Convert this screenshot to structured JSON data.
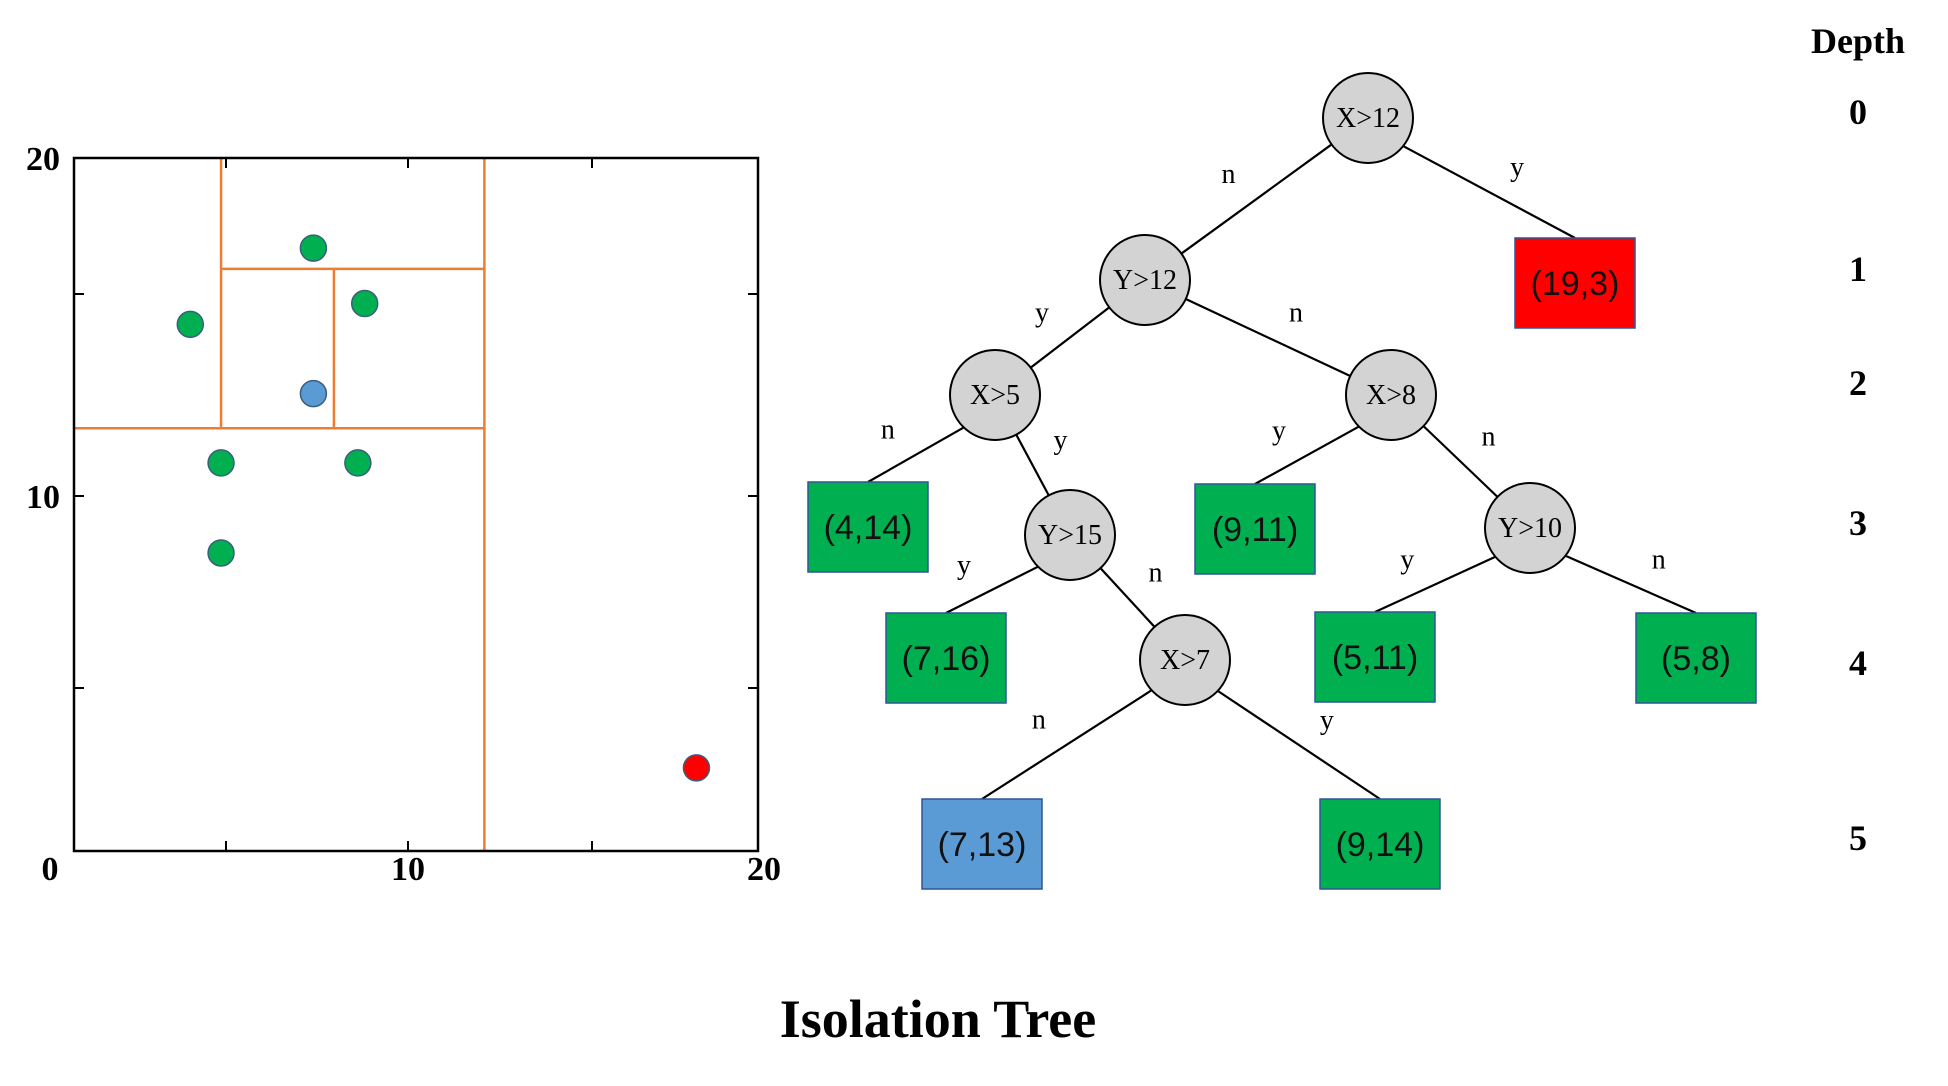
{
  "title": "Isolation Tree",
  "colors": {
    "normal_point": "#00b050",
    "query_point": "#5b9bd5",
    "anomaly_point": "#ff0000",
    "split_line": "#ed7d31",
    "internal_node": "#d3d3d3"
  },
  "scatter": {
    "x_ticks": [
      "0",
      "10",
      "20"
    ],
    "y_ticks": [
      "0",
      "10",
      "20"
    ],
    "xlim": [
      0,
      20
    ],
    "ylim": [
      0,
      20
    ],
    "points": [
      {
        "x": 7,
        "y": 17.4,
        "kind": "normal"
      },
      {
        "x": 3.4,
        "y": 15.2,
        "kind": "normal"
      },
      {
        "x": 8.5,
        "y": 15.8,
        "kind": "normal"
      },
      {
        "x": 7,
        "y": 13.2,
        "kind": "query"
      },
      {
        "x": 4.3,
        "y": 11.2,
        "kind": "normal"
      },
      {
        "x": 8.3,
        "y": 11.2,
        "kind": "normal"
      },
      {
        "x": 4.3,
        "y": 8.6,
        "kind": "normal"
      },
      {
        "x": 18.2,
        "y": 2.4,
        "kind": "anomaly"
      }
    ],
    "splits": [
      {
        "orient": "v",
        "at": 12,
        "from": 0,
        "to": 20
      },
      {
        "orient": "h",
        "at": 12.2,
        "from": 0,
        "to": 12
      },
      {
        "orient": "v",
        "at": 4.3,
        "from": 12.2,
        "to": 20
      },
      {
        "orient": "h",
        "at": 16.8,
        "from": 4.3,
        "to": 12
      },
      {
        "orient": "v",
        "at": 7.6,
        "from": 12.2,
        "to": 16.8
      }
    ]
  },
  "tree": {
    "internal": [
      {
        "id": "n0",
        "label": "X>12"
      },
      {
        "id": "n1",
        "label": "Y>12"
      },
      {
        "id": "n2",
        "label": "X>5"
      },
      {
        "id": "n3",
        "label": "X>8"
      },
      {
        "id": "n4",
        "label": "Y>15"
      },
      {
        "id": "n5",
        "label": "Y>10"
      },
      {
        "id": "n6",
        "label": "X>7"
      }
    ],
    "leaves": [
      {
        "id": "l0",
        "label": "(19,3)",
        "kind": "anomaly"
      },
      {
        "id": "l1",
        "label": "(4,14)",
        "kind": "normal"
      },
      {
        "id": "l2",
        "label": "(9,11)",
        "kind": "normal"
      },
      {
        "id": "l3",
        "label": "(7,16)",
        "kind": "normal"
      },
      {
        "id": "l4",
        "label": "(5,11)",
        "kind": "normal"
      },
      {
        "id": "l5",
        "label": "(5,8)",
        "kind": "normal"
      },
      {
        "id": "l6",
        "label": "(7,13)",
        "kind": "query"
      },
      {
        "id": "l7",
        "label": "(9,14)",
        "kind": "normal"
      }
    ],
    "edges": [
      {
        "from": "n0",
        "to": "n1",
        "label": "n"
      },
      {
        "from": "n0",
        "to": "l0",
        "label": "y"
      },
      {
        "from": "n1",
        "to": "n2",
        "label": "y"
      },
      {
        "from": "n1",
        "to": "n3",
        "label": "n"
      },
      {
        "from": "n2",
        "to": "l1",
        "label": "n"
      },
      {
        "from": "n2",
        "to": "n4",
        "label": "y"
      },
      {
        "from": "n3",
        "to": "l2",
        "label": "y"
      },
      {
        "from": "n3",
        "to": "n5",
        "label": "n"
      },
      {
        "from": "n4",
        "to": "l3",
        "label": "y"
      },
      {
        "from": "n4",
        "to": "n6",
        "label": "n"
      },
      {
        "from": "n5",
        "to": "l4",
        "label": "y"
      },
      {
        "from": "n5",
        "to": "l5",
        "label": "n"
      },
      {
        "from": "n6",
        "to": "l6",
        "label": "n"
      },
      {
        "from": "n6",
        "to": "l7",
        "label": "y"
      }
    ]
  },
  "depth": {
    "header": "Depth",
    "levels": [
      "0",
      "1",
      "2",
      "3",
      "4",
      "5"
    ]
  }
}
